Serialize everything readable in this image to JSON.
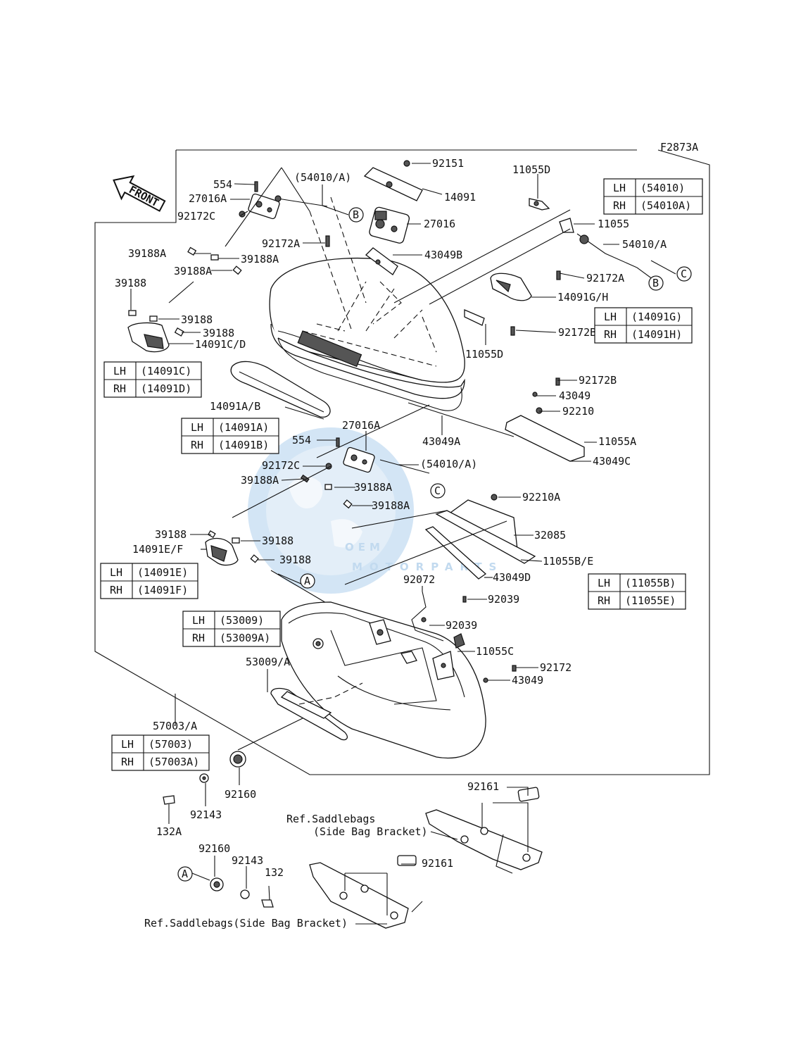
{
  "figure_code": "F2873A",
  "front_label": "FRONT",
  "callouts": {
    "c92151": "92151",
    "c11055D_top": "11055D",
    "c54010A_paren": "(54010/A)",
    "c554_top": "554",
    "c27016A_top": "27016A",
    "c92172C_top": "92172C",
    "c14091": "14091",
    "c27016": "27016",
    "c11055": "11055",
    "c54010_A": "54010/A",
    "c92172A_mid": "92172A",
    "c43049B": "43049B",
    "c92172A_right": "92172A",
    "c39188A_1": "39188A",
    "c39188A_2": "39188A",
    "c39188A_3": "39188A",
    "c39188_1": "39188",
    "c39188_2": "39188",
    "c39188_3": "39188",
    "c14091CD": "14091C/D",
    "c14091GH": "14091G/H",
    "c92172B_1": "92172B",
    "c11055D_mid": "11055D",
    "c92172B_2": "92172B",
    "c43049_1": "43049",
    "c92210": "92210",
    "c11055A": "11055A",
    "c43049C": "43049C",
    "c14091AB": "14091A/B",
    "c27016A_mid": "27016A",
    "c43049A": "43049A",
    "c554_mid": "554",
    "c92172C_mid": "92172C",
    "c54010A_paren2": "(54010/A)",
    "c39188A_4": "39188A",
    "c39188A_5": "39188A",
    "c39188A_6": "39188A",
    "c92210A": "92210A",
    "c32085": "32085",
    "c39188_4": "39188",
    "c14091EF": "14091E/F",
    "c39188_5": "39188",
    "c39188_6": "39188",
    "c11055BE": "11055B/E",
    "c43049D": "43049D",
    "c92072": "92072",
    "c92039_1": "92039",
    "c92039_2": "92039",
    "c11055C": "11055C",
    "c92172": "92172",
    "c43049_2": "43049",
    "c53009A": "53009/A",
    "c57003A": "57003/A",
    "c92160_1": "92160",
    "c92143_1": "92143",
    "c132A": "132A",
    "c92161_1": "92161",
    "c92160_2": "92160",
    "c92143_2": "92143",
    "c132": "132",
    "c92161_2": "92161"
  },
  "ref_labels": {
    "ref1_line1": "Ref.Saddlebags",
    "ref1_line2": "(Side Bag Bracket)",
    "ref2": "Ref.Saddlebags(Side Bag Bracket)"
  },
  "circle_refs": {
    "A": "A",
    "B": "B",
    "C": "C"
  },
  "tables": {
    "t54010": {
      "lh_key": "LH",
      "lh": "(54010)",
      "rh_key": "RH",
      "rh": "(54010A)"
    },
    "t14091GH": {
      "lh_key": "LH",
      "lh": "(14091G)",
      "rh_key": "RH",
      "rh": "(14091H)"
    },
    "t14091CD": {
      "lh_key": "LH",
      "lh": "(14091C)",
      "rh_key": "RH",
      "rh": "(14091D)"
    },
    "t14091AB": {
      "lh_key": "LH",
      "lh": "(14091A)",
      "rh_key": "RH",
      "rh": "(14091B)"
    },
    "t14091EF": {
      "lh_key": "LH",
      "lh": "(14091E)",
      "rh_key": "RH",
      "rh": "(14091F)"
    },
    "t11055BE": {
      "lh_key": "LH",
      "lh": "(11055B)",
      "rh_key": "RH",
      "rh": "(11055E)"
    },
    "t53009": {
      "lh_key": "LH",
      "lh": "(53009)",
      "rh_key": "RH",
      "rh": "(53009A)"
    },
    "t57003": {
      "lh_key": "LH",
      "lh": "(57003)",
      "rh_key": "RH",
      "rh": "(57003A)"
    }
  },
  "watermark": {
    "brand": "OEM",
    "sub": "MOTORPARTS",
    "color": "#cfe3f4"
  }
}
